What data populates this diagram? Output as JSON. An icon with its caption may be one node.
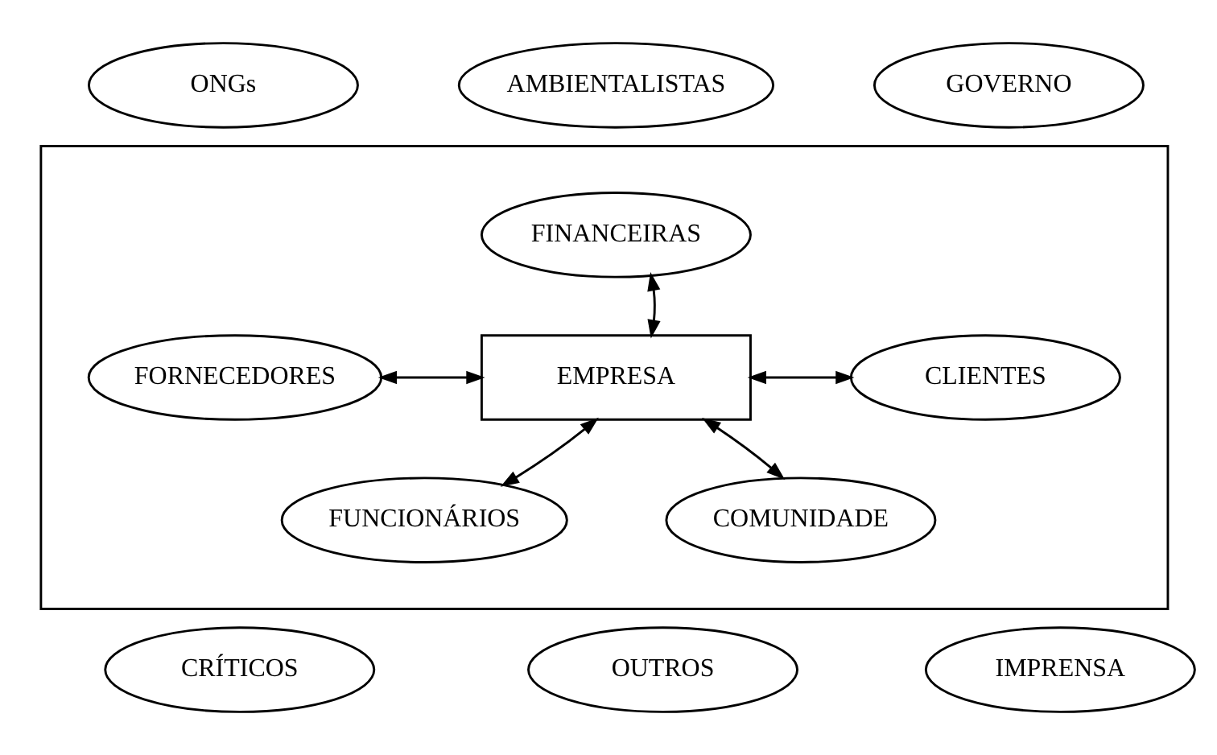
{
  "diagram": {
    "nodes": [
      {
        "text": [
          "ONGs"
        ]
      },
      {
        "text": [
          "AMBIENTALISTAS"
        ]
      },
      {
        "text": [
          "GOVERNO"
        ]
      },
      {
        "text": [],
        "shape": "box"
      },
      {
        "text": [
          "FINANCEIRAS"
        ],
        "in": 3
      },
      {
        "text": [
          "FORNECEDORES"
        ],
        "in": 3
      },
      {
        "text": [
          "EMPRESA"
        ],
        "in": 3
      },
      {
        "text": [
          "CLIENTES"
        ],
        "in": 3
      },
      {
        "text": [
          "FUNCIONÁRIOS"
        ],
        "in": 3
      },
      {
        "text": [
          "COMUNIDADE"
        ],
        "in": 3
      },
      {
        "text": [
          "CRÍTICOS"
        ]
      },
      {
        "text": [
          "OUTROS"
        ]
      },
      {
        "text": [
          "IMPRENSA"
        ]
      }
    ],
    "edges": [
      {
        "from": 6,
        "to": 4,
        "arrow": "both"
      },
      {
        "from": 5,
        "to": 6,
        "arrow": "both"
      },
      {
        "from": 6,
        "to": 7,
        "arrow": "both"
      },
      {
        "from": 6,
        "to": 8,
        "arrow": "both"
      },
      {
        "from": 6,
        "to": 9,
        "arrow": "both"
      }
    ]
  }
}
